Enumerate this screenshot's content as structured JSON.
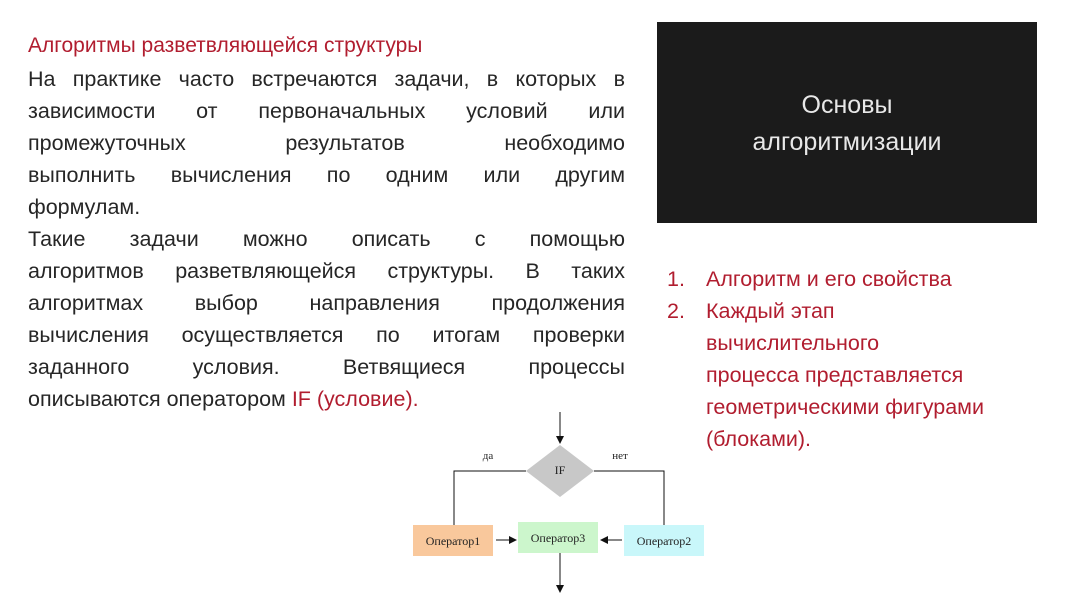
{
  "slide": {
    "title": "Алгоритмы разветвляющейся структуры",
    "body_lines": [
      "На практике часто встречаются задачи, в которых в",
      "зависимости от первоначальных условий или",
      "промежуточных результатов необходимо",
      "выполнить вычисления по одним или другим",
      "формулам.",
      "Такие задачи можно описать с помощью",
      "алгоритмов разветвляющейся структуры. В таких",
      "алгоритмах выбор направления продолжения",
      "вычисления осуществляется по итогам проверки",
      "заданного условия. Ветвящиеся процессы"
    ],
    "last_line_prefix": "описываются оператором ",
    "last_line_highlight": "IF (условие).",
    "dark_box_lines": [
      "Основы",
      "алгоритмизации"
    ],
    "list": [
      {
        "num": "1.",
        "lines": [
          "Алгоритм и его свойства"
        ]
      },
      {
        "num": "2.",
        "lines": [
          "Каждый этап",
          "вычислительного",
          "процесса  представляется",
          "геометрическими фигурами",
          "(блоками)."
        ]
      }
    ]
  },
  "flowchart": {
    "condition": "IF",
    "yes_label": "да",
    "no_label": "нет",
    "operator1": "Оператор1",
    "operator2": "Оператор2",
    "operator3": "Оператор3",
    "colors": {
      "diamond": "#c8c8c8",
      "operator1": "#f9c89c",
      "operator3": "#ccf6cc",
      "operator2": "#c9f7fa",
      "accent": "#b11d2f"
    }
  }
}
